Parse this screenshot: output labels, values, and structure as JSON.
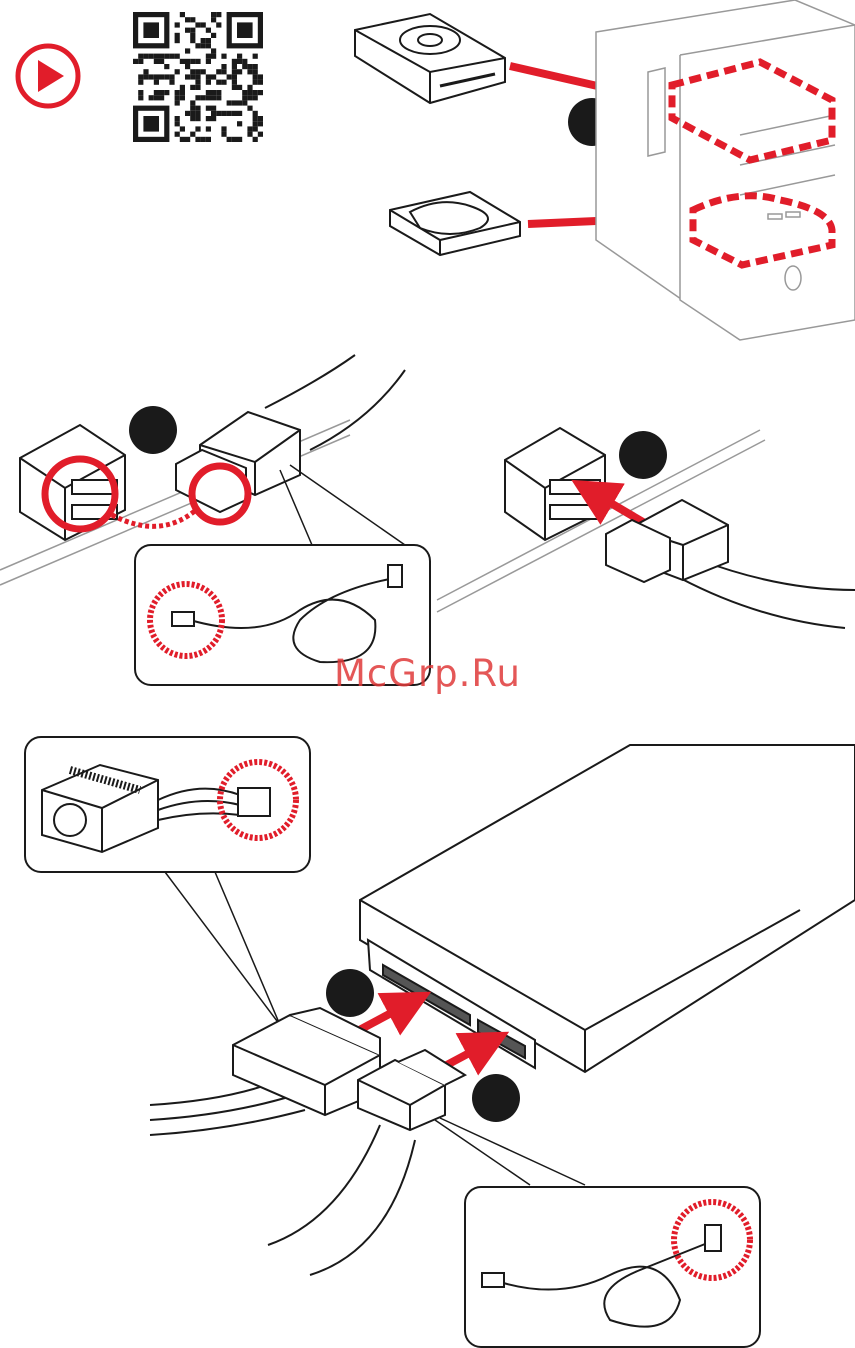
{
  "watermark": "McGrp.Ru",
  "colors": {
    "accent": "#e11d2a",
    "outline": "#1a1a1a",
    "step_marker": "#1a1a1a",
    "panel_fill": "#ffffff"
  },
  "icons": {
    "play": "play-circle-icon",
    "qr": "qr-code-icon"
  },
  "steps": [
    {
      "id": "step-1",
      "label": ""
    },
    {
      "id": "step-2",
      "label": ""
    },
    {
      "id": "step-3",
      "label": ""
    },
    {
      "id": "step-4",
      "label": ""
    },
    {
      "id": "step-5",
      "label": ""
    }
  ]
}
